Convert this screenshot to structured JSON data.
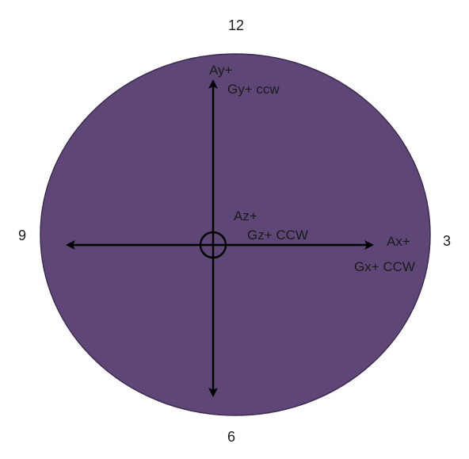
{
  "colors": {
    "disc_fill": "#5e4777",
    "disc_stroke": "#3d2c52",
    "axis": "#000000",
    "text": "#1a1a1a"
  },
  "clock_positions": {
    "twelve": "12",
    "three": "3",
    "six": "6",
    "nine": "9"
  },
  "axes": {
    "y": {
      "accel": "Ay+",
      "gyro": "Gy+ ccw"
    },
    "x": {
      "accel": "Ax+",
      "gyro": "Gx+ CCW"
    },
    "z": {
      "accel": "Az+",
      "gyro": "Gz+ CCW"
    }
  }
}
